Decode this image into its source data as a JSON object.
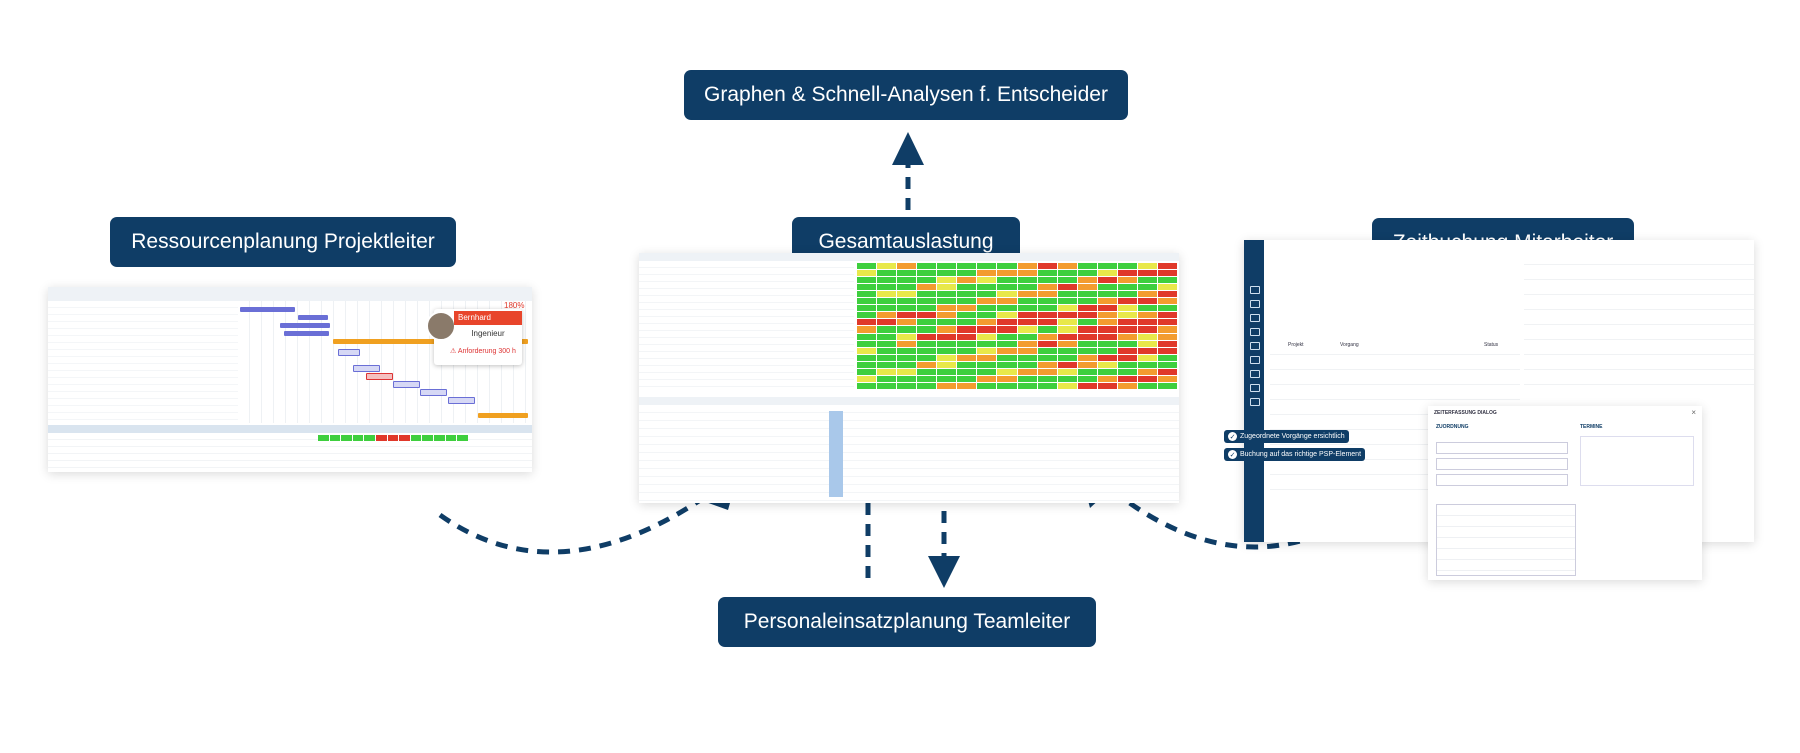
{
  "labels": {
    "top": "Graphen & Schnell-Analysen f. Entscheider",
    "left": "Ressourcenplanung  Projektleiter",
    "center": "Gesamtauslastung",
    "right": "Zeitbuchung Mitarbeiter",
    "bottom": "Personaleinsatzplanung Teamleiter"
  },
  "gantt": {
    "resource_name": "Bernhard Aschauer",
    "role": "Ingenieur",
    "percent": "180%",
    "demand": "Anforderung 300 h"
  },
  "timebooking": {
    "tag1": "Zugeordnete Vorgänge ersichtlich",
    "tag2": "Buchung auf das richtige PSP-Element",
    "dialog_title": "ZEITERFASSUNG DIALOG",
    "section_assign": "ZUORDNUNG",
    "section_dates": "TERMINE",
    "headers": {
      "project": "Projekt",
      "task": "Vorgang",
      "status": "Status"
    }
  },
  "colors": {
    "label_bg": "#0f3d66",
    "arrow": "#0f3d66",
    "heat_green": "#3ecf3e",
    "heat_yellow": "#e8e84a",
    "heat_orange": "#f39c2f",
    "heat_red": "#e0382a"
  },
  "icons": [
    "arrow-up-icon",
    "arrow-down-icon",
    "curved-arrow-icon",
    "check-icon",
    "warning-icon",
    "avatar"
  ]
}
